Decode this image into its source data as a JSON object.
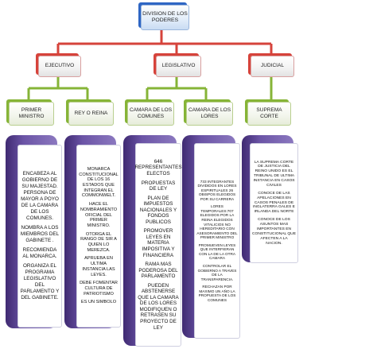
{
  "root": {
    "label": "DIVISION DE LOS PODERES"
  },
  "branches": [
    {
      "label": "EJECUTIVO"
    },
    {
      "label": "LEGISLATIVO"
    },
    {
      "label": "JUDICIAL"
    }
  ],
  "organs": [
    {
      "label": "PRIMER MINISTRO"
    },
    {
      "label": "REY O REINA"
    },
    {
      "label": "CAMARA DE LOS COMUNES"
    },
    {
      "label": "CAMARA DE LOS LORES"
    },
    {
      "label": "SUPREMA CORTE"
    }
  ],
  "details": [
    {
      "items": [
        "ENCABEZA AL GOBIERNO DE SU MAJESTAD. PERSONA DE MAYOR A POYO DE LA CAMARA DE LOS COMUNES.",
        "NOMBRA A LOS MIEMBROS DEL GABINETE .",
        "RECOMIENDA AL MONARCA.",
        "ORGANIZA EL PROGRAMA LEGISLATIVO DEL PARLAMENTO Y DEL GABINETE."
      ]
    },
    {
      "items": [
        "MONARCA CONSTITUCIONAL DE LOS 16 ESTADOS QUE INTEGRAN EL COMMONWELT.",
        "HACE EL NOMBRAMIENTO OFICIAL DEL PRIMER MINISTRO.",
        "OTORGA EL RANGO DE SIR A QUIEN LO MEREZCA.",
        "APRUEBA EN ULTIMA INSTANCIA LAS LEYES.",
        "DEBE FOMENTAR CULTURA DE PATRIOTISMO",
        "ES UN SIMBOLO"
      ]
    },
    {
      "items": [
        "646 REPRESENTANTES ELECTOS",
        "PROPUESTAS DE LEY",
        "PLAN DE IMPUESTOS NACIONALES Y FONDOS PUBLICOS",
        "PROMOVER LEYES EN MATERIA IMPOSITIVA Y FINANCIERA",
        "RAMA MAS PODEROSA DEL PARLAMENTO",
        "PUEDEN ABSTENERSE QUE LA CAMARA DE LOS LORES MODIFIQUEN O RETRASEN SU PROYECTO DE LEY"
      ]
    },
    {
      "items": [
        "733 INTEGRANTES DIVIDIDOS EN LORES ESPIRITUALES 26 OBISPOS ELEGIDOS POR SU CARRERA",
        "LORES TEMPORALES:707 ELEGIDOS POR LA REINA ELEGIDOS VITALICIOS NO HEREDITARIO CON ASESORAMIENTO DEL PRIMER MINISTRO",
        "PROMUEVEN LEYES QUE INTERFIERAN CON LA DE LA OTRA CAMARA",
        "CONTROLAR EL GOBIERNO A TRAVES DE LA TRANSPARENCIA.",
        "RECHAZAN POR MAXIMO UN AÑO LA PROPUESTA DE LOS COMUNES"
      ]
    },
    {
      "items": [
        "LA SUPREMA CORTE DE JUSTICIA DEL REINO UNIDO ES EL TRIBUNAL DE ULTIMA INSTANCIA EN CASOS CIVILES",
        "CONOCE DE LAS APELACIONES EN CASOS PENALES DE INGLATERRA GALES E IRLANDA DEL NORTE",
        "CONOCE DE LOS ASUNTOS MAS IMPORTANTES EN CONSTITUCIONAL QUE AFECTEN A LA NACION."
      ]
    }
  ]
}
